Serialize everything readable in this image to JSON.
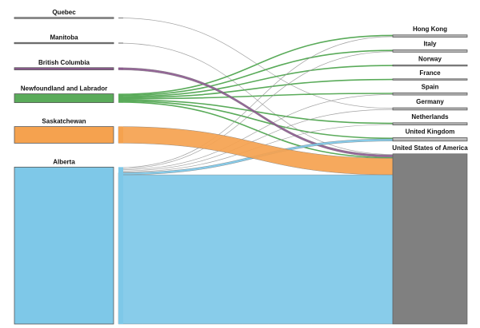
{
  "chart_data": {
    "type": "sankey",
    "sources": [
      {
        "name": "Quebec",
        "color": "#999999",
        "value": 1
      },
      {
        "name": "Manitoba",
        "color": "#999999",
        "value": 1
      },
      {
        "name": "British Columbia",
        "color": "#8c5a8f",
        "value": 2
      },
      {
        "name": "Newfoundland and Labrador",
        "color": "#5aab5a",
        "value": 8
      },
      {
        "name": "Saskatchewan",
        "color": "#f5a24f",
        "value": 15
      },
      {
        "name": "Alberta",
        "color": "#7ec8e8",
        "value": 142
      }
    ],
    "targets": [
      {
        "name": "Hong Kong",
        "value": 2
      },
      {
        "name": "Italy",
        "value": 2
      },
      {
        "name": "Norway",
        "value": 1
      },
      {
        "name": "France",
        "value": 1
      },
      {
        "name": "Spain",
        "value": 2
      },
      {
        "name": "Germany",
        "value": 2
      },
      {
        "name": "Netherlands",
        "value": 2
      },
      {
        "name": "United Kingdom",
        "value": 3
      },
      {
        "name": "United States of America",
        "value": 154
      }
    ],
    "links": [
      {
        "source": "Quebec",
        "target": "Germany",
        "value": 1
      },
      {
        "source": "Manitoba",
        "target": "United States of America",
        "value": 1
      },
      {
        "source": "British Columbia",
        "target": "United States of America",
        "value": 2
      },
      {
        "source": "Newfoundland and Labrador",
        "target": "Hong Kong",
        "value": 1
      },
      {
        "source": "Newfoundland and Labrador",
        "target": "Italy",
        "value": 1
      },
      {
        "source": "Newfoundland and Labrador",
        "target": "Norway",
        "value": 1
      },
      {
        "source": "Newfoundland and Labrador",
        "target": "France",
        "value": 1
      },
      {
        "source": "Newfoundland and Labrador",
        "target": "Spain",
        "value": 1
      },
      {
        "source": "Newfoundland and Labrador",
        "target": "Netherlands",
        "value": 1
      },
      {
        "source": "Newfoundland and Labrador",
        "target": "United Kingdom",
        "value": 1
      },
      {
        "source": "Newfoundland and Labrador",
        "target": "United States of America",
        "value": 1
      },
      {
        "source": "Saskatchewan",
        "target": "United States of America",
        "value": 15
      },
      {
        "source": "Alberta",
        "target": "Hong Kong",
        "value": 1
      },
      {
        "source": "Alberta",
        "target": "Italy",
        "value": 1
      },
      {
        "source": "Alberta",
        "target": "Spain",
        "value": 1
      },
      {
        "source": "Alberta",
        "target": "Germany",
        "value": 1
      },
      {
        "source": "Alberta",
        "target": "Netherlands",
        "value": 1
      },
      {
        "source": "Alberta",
        "target": "United Kingdom",
        "value": 2
      },
      {
        "source": "Alberta",
        "target": "United States of America",
        "value": 135
      }
    ],
    "target_color": "#808080",
    "link_neutral_color": "#999999"
  }
}
